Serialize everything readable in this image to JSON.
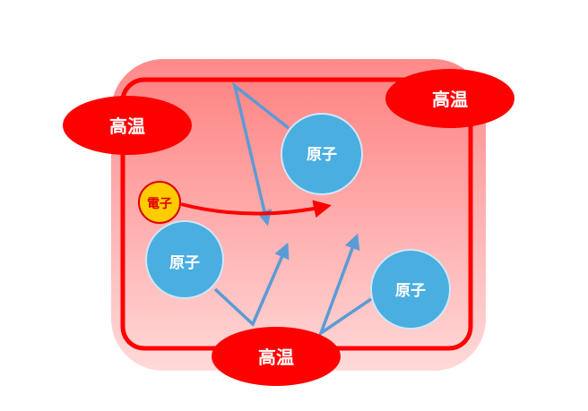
{
  "labels": {
    "heat_top_left": "高温",
    "heat_top_right": "高温",
    "heat_bottom": "高温",
    "atom_top": "原子",
    "atom_left": "原子",
    "atom_right": "原子",
    "electron": "電子"
  },
  "colors": {
    "heat_ellipse": "#ff0000",
    "chamber_border": "#ff0000",
    "chamber_fill_top": "#ff8080",
    "chamber_fill_bottom": "#ffd6d6",
    "atom_fill": "#4aaee0",
    "atom_text": "#ffffff",
    "electron_fill": "#ffcc00",
    "electron_text": "#e00000",
    "trajectory": "#5b9bd5",
    "electron_path": "#ff0000"
  }
}
